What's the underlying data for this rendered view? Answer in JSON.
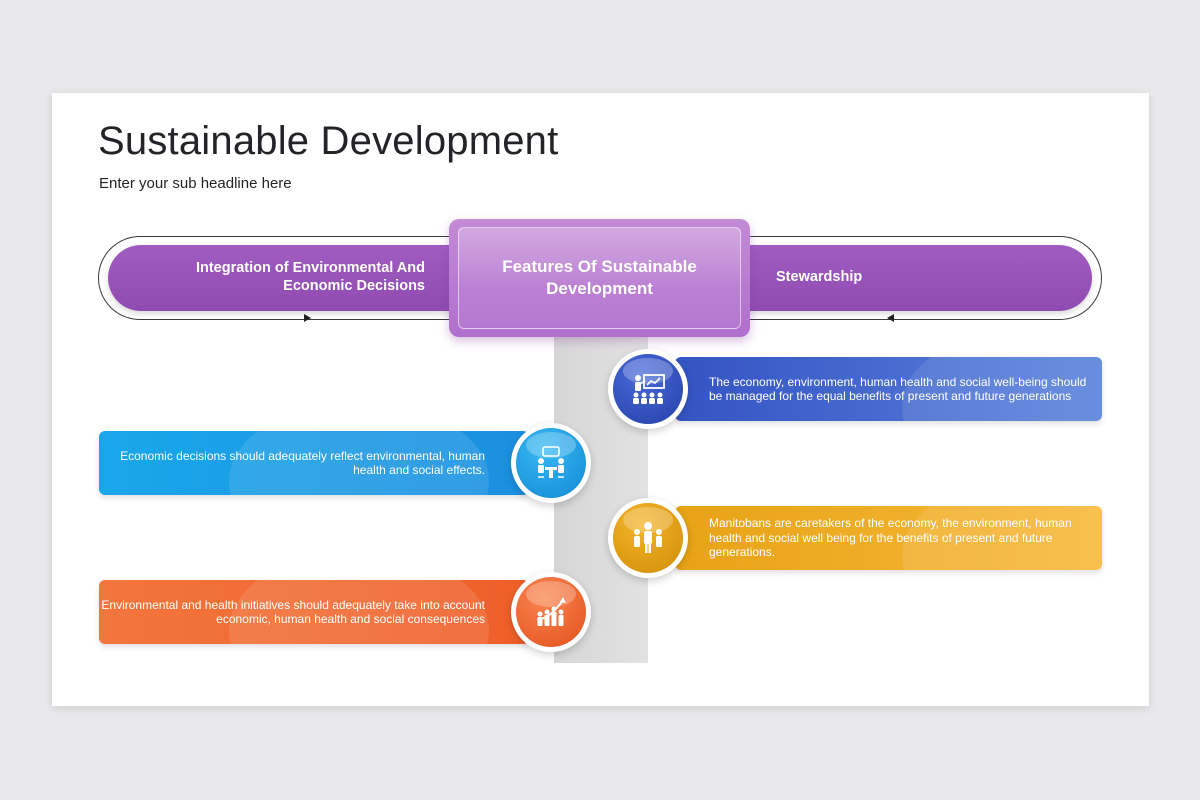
{
  "slide": {
    "title": "Sustainable Development",
    "subtitle": "Enter your sub headline here"
  },
  "top": {
    "center_label": "Features Of Sustainable Development",
    "left_label": "Integration of Environmental And Economic Decisions",
    "right_label": "Stewardship"
  },
  "cards": [
    {
      "text": "The economy, environment, human health and social well-being should be managed for the equal benefits of present and future generations",
      "color": "#3454c3",
      "icon": "presentation-audience-icon"
    },
    {
      "text": "Economic decisions should adequately reflect environmental, human health and social effects.",
      "color": "#1aa7ea",
      "icon": "meeting-discussion-icon"
    },
    {
      "text": "Manitobans are caretakers of the economy, the environment, human health and social well being for the benefits of present and future generations.",
      "color": "#e7a316",
      "icon": "leader-team-icon"
    },
    {
      "text": "Environmental and health initiatives should adequately take into account economic, human health and social consequences",
      "color": "#f2763d",
      "icon": "growth-team-icon"
    }
  ]
}
